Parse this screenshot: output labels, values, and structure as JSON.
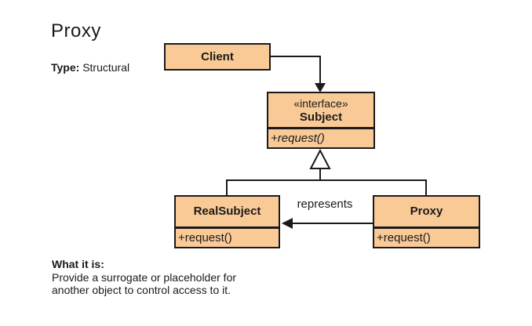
{
  "header": {
    "title": "Proxy",
    "type_label": "Type:",
    "type_value": "Structural"
  },
  "classes": {
    "client": {
      "name": "Client"
    },
    "subject": {
      "stereotype": "«interface»",
      "name": "Subject",
      "operations": [
        "+request()"
      ]
    },
    "real_subject": {
      "name": "RealSubject",
      "operations": [
        "+request()"
      ]
    },
    "proxy": {
      "name": "Proxy",
      "operations": [
        "+request()"
      ]
    }
  },
  "relationships": {
    "represents_label": "represents"
  },
  "description": {
    "heading": "What it is:",
    "lines": [
      "Provide a surrogate or placeholder for",
      "another object to control access to it."
    ]
  },
  "colors": {
    "box_fill": "#F9CA96",
    "line": "#1A1A1A",
    "background": "#FFFFFF"
  }
}
